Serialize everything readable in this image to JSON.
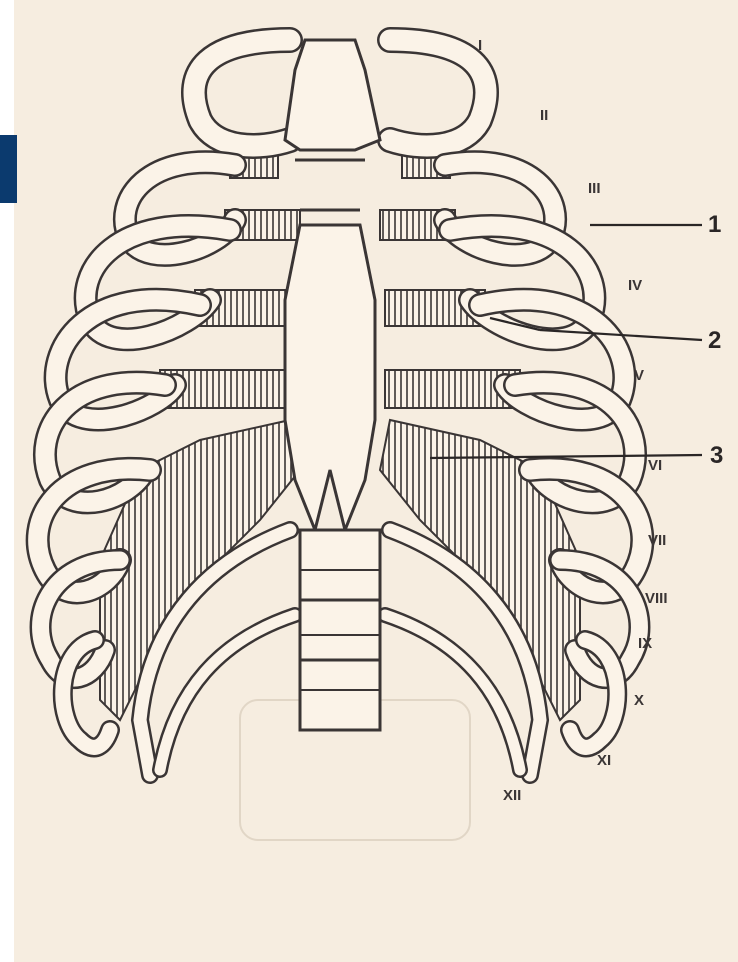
{
  "colors": {
    "paper": "#f6ede0",
    "ink": "#3a3535",
    "bone_fill": "#fbf3e8",
    "accent_tab": "#0b3a6e"
  },
  "rib_labels": [
    "I",
    "II",
    "III",
    "IV",
    "V",
    "VI",
    "VII",
    "VIII",
    "IX",
    "X",
    "XI",
    "XII"
  ],
  "callouts": [
    "1",
    "2",
    "3"
  ]
}
